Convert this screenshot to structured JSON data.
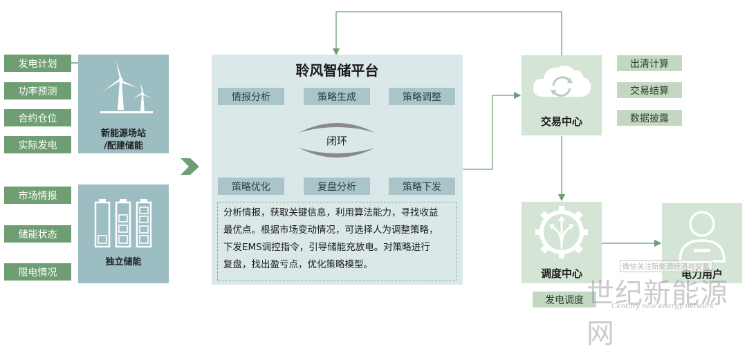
{
  "left_top_items": [
    "发电计划",
    "功率预测",
    "合约仓位",
    "实际发电"
  ],
  "left_bottom_items": [
    "市场情报",
    "储能状态",
    "限电情况"
  ],
  "new_energy_station": {
    "title_line1": "新能源场站",
    "title_line2": "/配建储能",
    "icon": "wind-turbine-icon"
  },
  "standalone_storage": {
    "title": "独立储能",
    "icon": "battery-storage-icon"
  },
  "platform": {
    "title": "聆风智储平台",
    "top_tags": [
      "情报分析",
      "策略生成",
      "策略调整"
    ],
    "loop_label": "闭环",
    "bottom_tags": [
      "策略优化",
      "复盘分析",
      "策略下发"
    ],
    "description_lines": [
      "分析情报，获取关键信息，利用算法能力，寻找收益",
      "最优点。根据市场变动情况，可选择人为调整策略，",
      "下发EMS调控指令，引导储能充放电。对策略进行",
      "复盘，找出盈亏点，优化策略模型。"
    ]
  },
  "trading_center": {
    "title": "交易中心",
    "icon": "cloud-sync-icon"
  },
  "trading_items": [
    "出清计算",
    "交易结算",
    "数据披露"
  ],
  "dispatch_center": {
    "title": "调度中心",
    "icon": "gear-arrows-icon",
    "tag": "发电调度"
  },
  "power_user": {
    "title": "电力用户",
    "icon": "user-icon"
  },
  "watermark": {
    "cn": "世纪新能源网",
    "en": "Century new energy network",
    "small": "微信关注新能源经济与交易"
  },
  "colors": {
    "green_box": "#6e9e72",
    "teal_panel": "#9cbec3",
    "platform_bg": "#dbe8ea",
    "tag_bg": "#a9c5c9",
    "card_bg": "#d4e4d5",
    "line": "#6e9e72"
  }
}
